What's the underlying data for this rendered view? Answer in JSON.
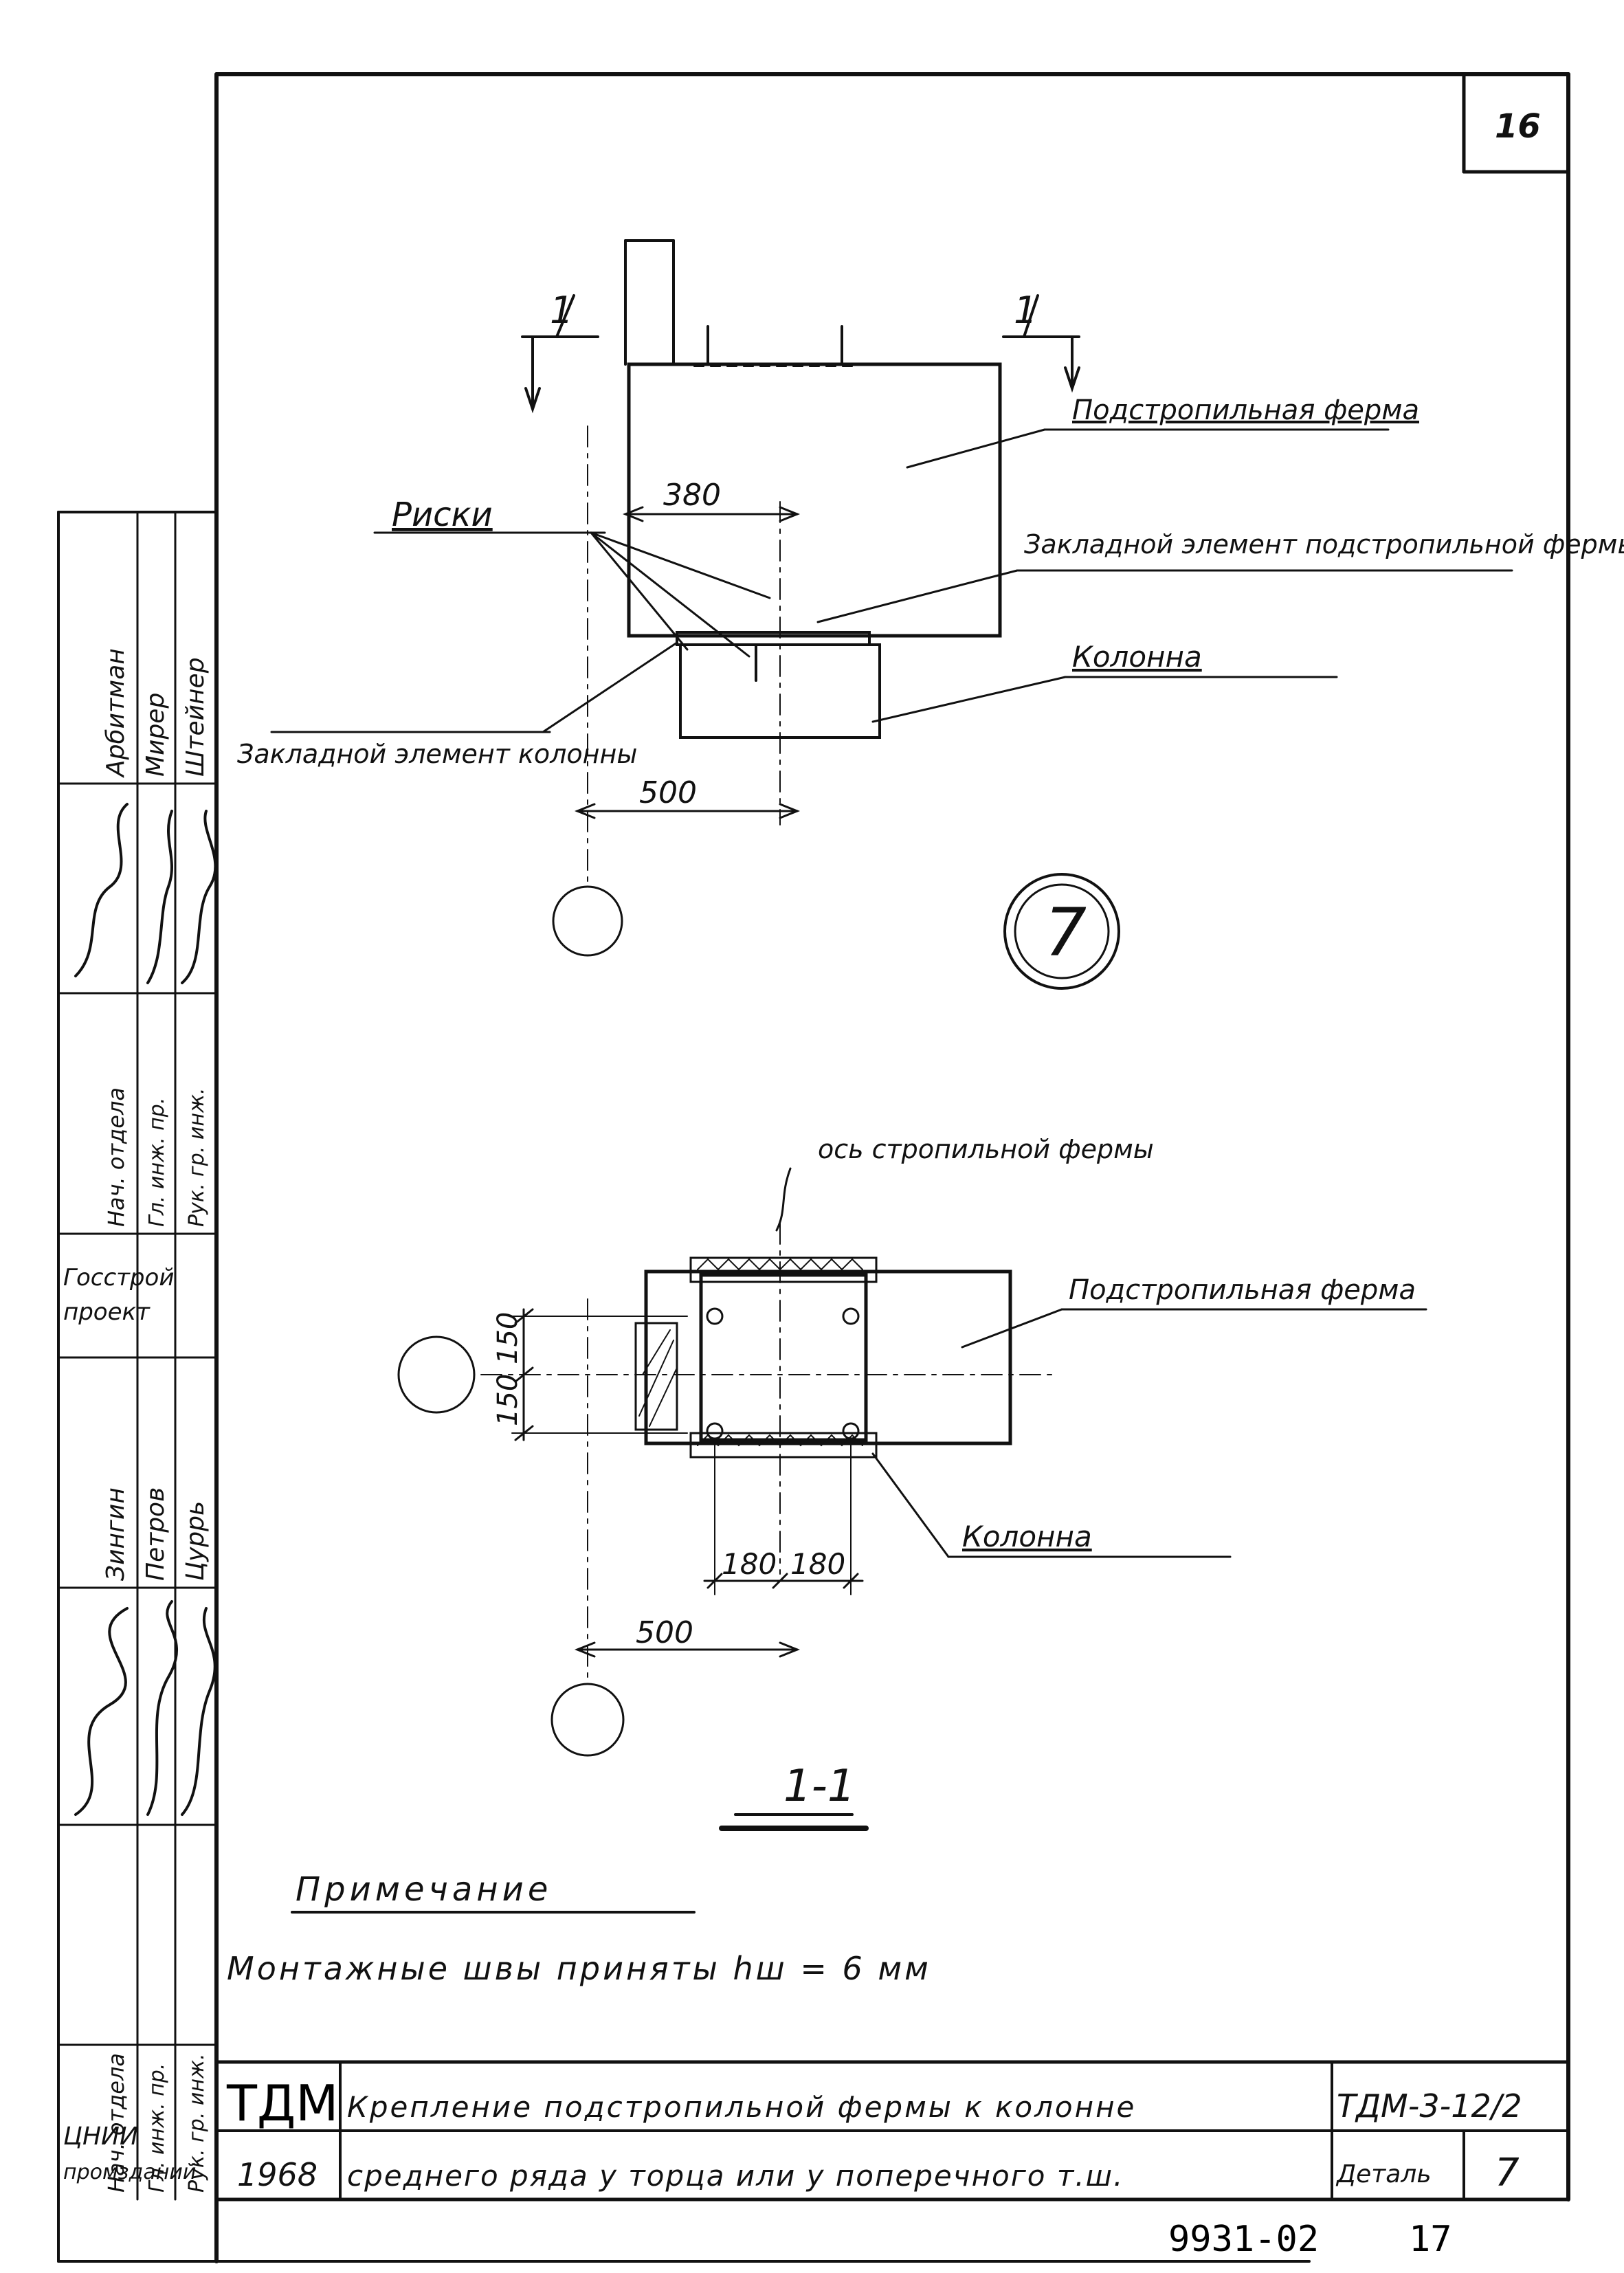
{
  "sheet": {
    "page_number": "16",
    "detail_number": "7",
    "section_label": "1-1",
    "note_heading": "Примечание",
    "note_text": "Монтажные швы приняты hш = 6 мм",
    "archive_code": "9931-02",
    "archive_page": "17"
  },
  "labels": {
    "section_mark_left": "1",
    "section_mark_right": "1",
    "risks": "Риски",
    "truss_top": "Подстропильная ферма",
    "embed_truss": "Закладной элемент подстропильной фермы",
    "column_top": "Колонна",
    "embed_column": "Закладной элемент колонны",
    "axis_truss": "ось стропильной фермы",
    "truss_bottom": "Подстропильная ферма",
    "column_bottom": "Колонна"
  },
  "dimensions": {
    "d380": "380",
    "d500_top": "500",
    "d150_a": "150",
    "d150_b": "150",
    "d180_a": "180",
    "d180_b": "180",
    "d500_bottom": "500"
  },
  "title_block": {
    "org": "ТДМ",
    "year": "1968",
    "title_line1": "Крепление подстропильной фермы к колонне",
    "title_line2": "среднего ряда у торца или у поперечного т.ш.",
    "doc_code": "ТДМ-3-12/2",
    "detail_label": "Деталь",
    "detail_value": "7",
    "inst1": "ЦНИИ",
    "inst2": "промзданий"
  },
  "side_stamp": {
    "names": [
      "Арбитман",
      "Мирер",
      "Штейнер"
    ],
    "roles_top": [
      "Нач. отдела",
      "Гл. инж. пр.",
      "Рук. гр. инж."
    ],
    "org_top": [
      "Госстрой",
      "проект"
    ],
    "names_bottom": [
      "Зингин",
      "Петров",
      "Цуррь"
    ],
    "roles_bottom": [
      "Нач. отдела",
      "Гл. инж. пр.",
      "Рук. гр. инж."
    ]
  }
}
